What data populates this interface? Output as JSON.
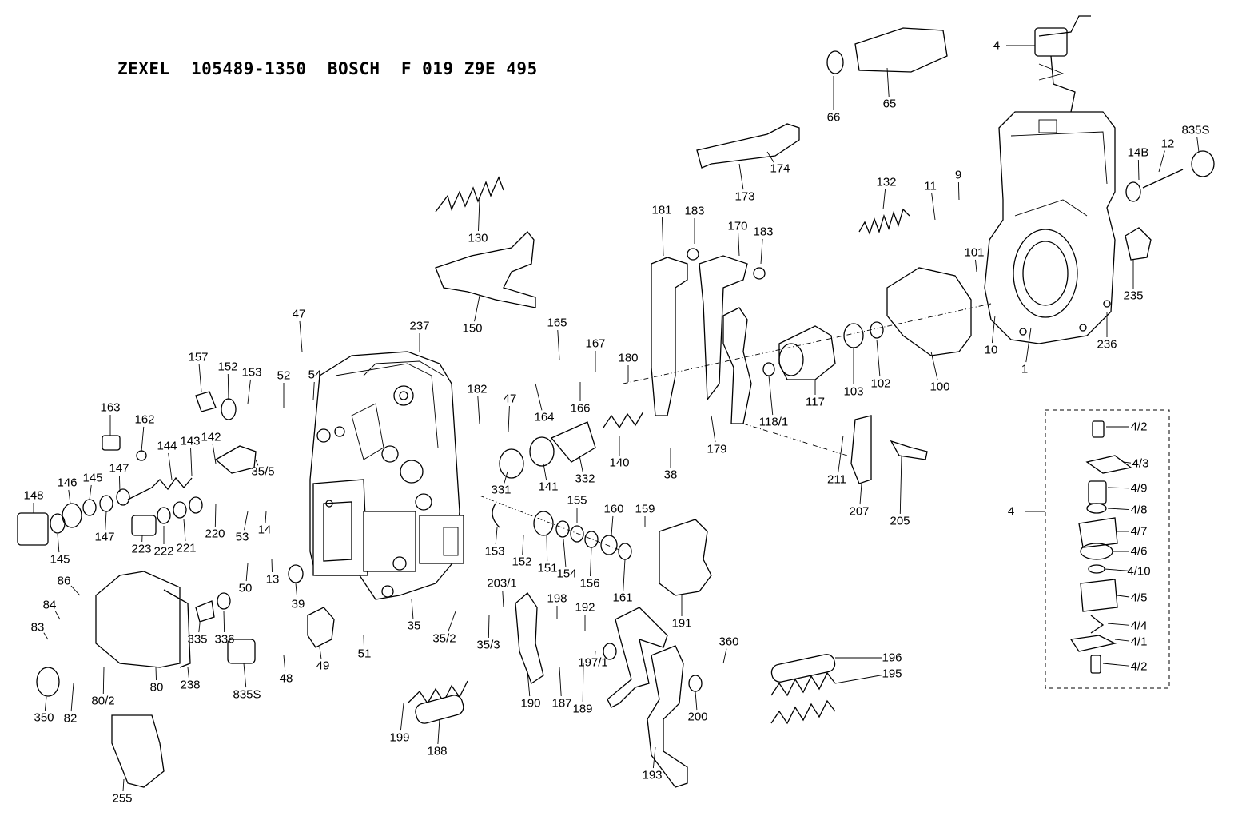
{
  "title": "ZEXEL  105489-1350  BOSCH  F 019 Z9E 495",
  "part_labels": [
    "4",
    "65",
    "66",
    "174",
    "173",
    "835S",
    "12",
    "14B",
    "132",
    "11",
    "9",
    "130",
    "181",
    "183",
    "170",
    "183",
    "101",
    "235",
    "236",
    "1",
    "10",
    "100",
    "102",
    "103",
    "117",
    "118/1",
    "150",
    "237",
    "47",
    "165",
    "167",
    "180",
    "164",
    "166",
    "157",
    "152",
    "153",
    "52",
    "54",
    "182",
    "47",
    "163",
    "162",
    "144",
    "143",
    "142",
    "147",
    "146",
    "145",
    "148",
    "145",
    "147",
    "35/5",
    "220",
    "53",
    "14",
    "223",
    "222",
    "221",
    "331",
    "141",
    "332",
    "140",
    "38",
    "179",
    "211",
    "207",
    "205",
    "153",
    "152",
    "151",
    "154",
    "155",
    "156",
    "160",
    "161",
    "159",
    "191",
    "86",
    "84",
    "83",
    "50",
    "13",
    "39",
    "335",
    "336",
    "350",
    "82",
    "80/2",
    "80",
    "238",
    "835S",
    "48",
    "49",
    "51",
    "35",
    "35/2",
    "203/1",
    "35/3",
    "198",
    "192",
    "190",
    "187",
    "189",
    "197/1",
    "360",
    "196",
    "195",
    "199",
    "188",
    "193",
    "200",
    "255",
    "4/2",
    "4/3",
    "4/9",
    "4/8",
    "4/7",
    "4/6",
    "4/10",
    "4/5",
    "4/4",
    "4/1",
    "4/2",
    "4"
  ]
}
